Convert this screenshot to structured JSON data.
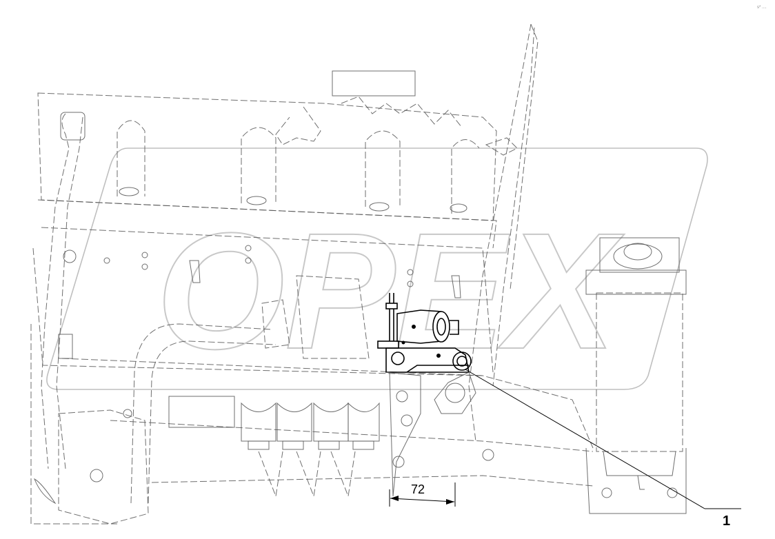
{
  "drawing": {
    "callout_number": "1",
    "dimension_value": "72",
    "corner_mark": "s* ...."
  },
  "watermark": {
    "text": "OPEX"
  }
}
